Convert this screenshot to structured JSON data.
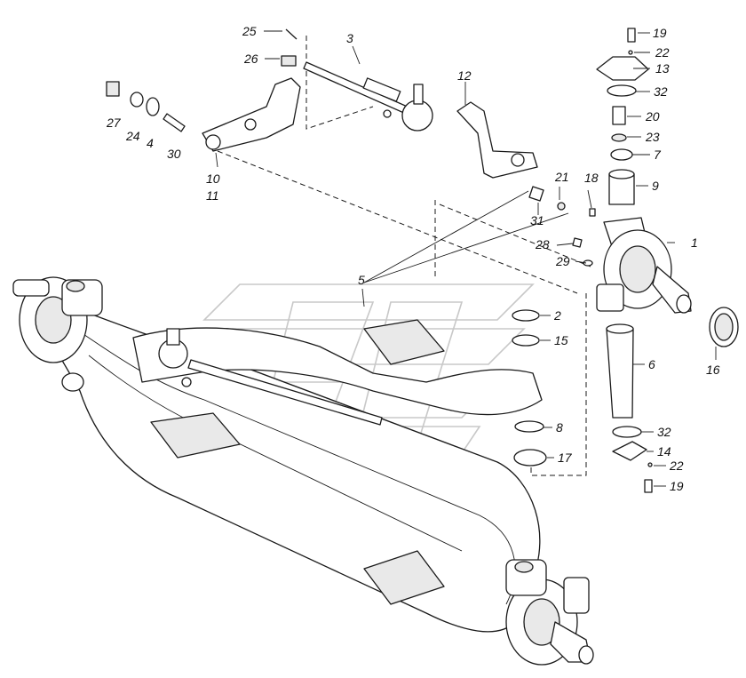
{
  "diagram": {
    "labels": [
      {
        "id": "25",
        "text": "25"
      },
      {
        "id": "26",
        "text": "26"
      },
      {
        "id": "3",
        "text": "3"
      },
      {
        "id": "27",
        "text": "27"
      },
      {
        "id": "24",
        "text": "24"
      },
      {
        "id": "4",
        "text": "4"
      },
      {
        "id": "30",
        "text": "30"
      },
      {
        "id": "10",
        "text": "10"
      },
      {
        "id": "11",
        "text": "11"
      },
      {
        "id": "12",
        "text": "12"
      },
      {
        "id": "19a",
        "text": "19"
      },
      {
        "id": "22a",
        "text": "22"
      },
      {
        "id": "13",
        "text": "13"
      },
      {
        "id": "32a",
        "text": "32"
      },
      {
        "id": "20",
        "text": "20"
      },
      {
        "id": "23",
        "text": "23"
      },
      {
        "id": "7",
        "text": "7"
      },
      {
        "id": "9",
        "text": "9"
      },
      {
        "id": "18",
        "text": "18"
      },
      {
        "id": "21",
        "text": "21"
      },
      {
        "id": "31",
        "text": "31"
      },
      {
        "id": "1",
        "text": "1"
      },
      {
        "id": "28",
        "text": "28"
      },
      {
        "id": "29",
        "text": "29"
      },
      {
        "id": "5",
        "text": "5"
      },
      {
        "id": "2",
        "text": "2"
      },
      {
        "id": "15",
        "text": "15"
      },
      {
        "id": "16",
        "text": "16"
      },
      {
        "id": "6",
        "text": "6"
      },
      {
        "id": "8",
        "text": "8"
      },
      {
        "id": "32b",
        "text": "32"
      },
      {
        "id": "14",
        "text": "14"
      },
      {
        "id": "17",
        "text": "17"
      },
      {
        "id": "22b",
        "text": "22"
      },
      {
        "id": "19b",
        "text": "19"
      }
    ]
  }
}
